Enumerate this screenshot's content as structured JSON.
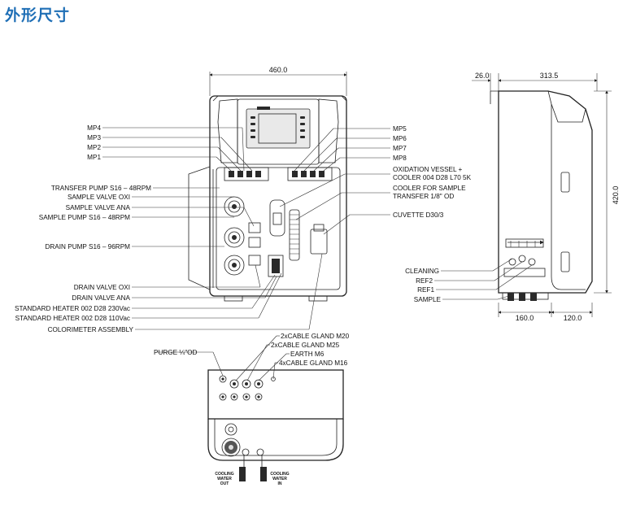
{
  "title": "外形尺寸",
  "dimensions": {
    "front_width": "460.0",
    "side_offset": "26.0",
    "side_depth": "313.5",
    "side_height": "420.0",
    "base_left": "160.0",
    "base_right": "120.0"
  },
  "labels_left": [
    "MP4",
    "MP3",
    "MP2",
    "MP1",
    "TRANSFER PUMP S16 – 48RPM",
    "SAMPLE VALVE OXI",
    "SAMPLE VALVE ANA",
    "SAMPLE PUMP S16 – 48RPM",
    "DRAIN PUMP S16 – 96RPM",
    "DRAIN VALVE OXI",
    "DRAIN VALVE ANA",
    "STANDARD HEATER 002 D28 230Vac",
    "STANDARD HEATER 002 D28 110Vac",
    "COLORIMETER ASSEMBLY"
  ],
  "labels_right": [
    "MP5",
    "MP6",
    "MP7",
    "MP8",
    "OXIDATION VESSEL +",
    "COOLER 004 D28 L70 5K",
    "COOLER FOR SAMPLE",
    "TRANSFER 1/8\" OD",
    "CUVETTE D30/3"
  ],
  "labels_side": [
    "CLEANING",
    "REF2",
    "REF1",
    "SAMPLE"
  ],
  "labels_bottom": [
    "2xCABLE GLAND M20",
    "2xCABLE GLAND M25",
    "EARTH M6",
    "4xCABLE GLAND M16",
    "PURGE ¼\"OD"
  ],
  "cooling": {
    "out": [
      "COOLING",
      "WATER",
      "OUT"
    ],
    "in": [
      "COOLING",
      "WATER",
      "IN"
    ]
  }
}
